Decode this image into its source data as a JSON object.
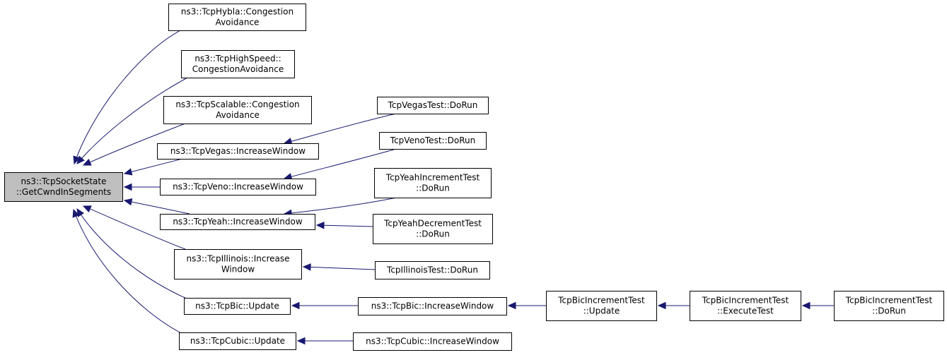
{
  "colors": {
    "edge": "#191970",
    "root_fill": "#bfbfbf",
    "node_fill": "#ffffff",
    "border": "#000000"
  },
  "nodes": [
    {
      "id": "n0",
      "name": "node-tcpsocketstate-getcwndinsegments",
      "lines": [
        "ns3::TcpSocketState",
        "::GetCwndInSegments"
      ],
      "root": true
    },
    {
      "id": "n1",
      "name": "node-tcphybla-congestionavoidance",
      "lines": [
        "ns3::TcpHybla::Congestion",
        "Avoidance"
      ]
    },
    {
      "id": "n2",
      "name": "node-tcphighspeed-congestionavoidance",
      "lines": [
        "ns3::TcpHighSpeed::",
        "CongestionAvoidance"
      ]
    },
    {
      "id": "n3",
      "name": "node-tcpscalable-congestionavoidance",
      "lines": [
        "ns3::TcpScalable::Congestion",
        "Avoidance"
      ]
    },
    {
      "id": "n4",
      "name": "node-tcpvegas-increasewindow",
      "lines": [
        "ns3::TcpVegas::IncreaseWindow"
      ]
    },
    {
      "id": "n5",
      "name": "node-tcpveno-increasewindow",
      "lines": [
        "ns3::TcpVeno::IncreaseWindow"
      ]
    },
    {
      "id": "n6",
      "name": "node-tcpyeah-increasewindow",
      "lines": [
        "ns3::TcpYeah::IncreaseWindow"
      ]
    },
    {
      "id": "n7",
      "name": "node-tcpillinois-increasewindow",
      "lines": [
        "ns3::TcpIllinois::Increase",
        "Window"
      ]
    },
    {
      "id": "n8",
      "name": "node-tcpbic-update",
      "lines": [
        "ns3::TcpBic::Update"
      ]
    },
    {
      "id": "n9",
      "name": "node-tcpcubic-update",
      "lines": [
        "ns3::TcpCubic::Update"
      ]
    },
    {
      "id": "n10",
      "name": "node-tcpvegastest-dorun",
      "lines": [
        "TcpVegasTest::DoRun"
      ]
    },
    {
      "id": "n11",
      "name": "node-tcpvenotest-dorun",
      "lines": [
        "TcpVenoTest::DoRun"
      ]
    },
    {
      "id": "n12",
      "name": "node-tcpyeahincrementtest-dorun",
      "lines": [
        "TcpYeahIncrementTest",
        "::DoRun"
      ]
    },
    {
      "id": "n13",
      "name": "node-tcpyeahdecrementtest-dorun",
      "lines": [
        "TcpYeahDecrementTest",
        "::DoRun"
      ]
    },
    {
      "id": "n14",
      "name": "node-tcpillinoistest-dorun",
      "lines": [
        "TcpIllinoisTest::DoRun"
      ]
    },
    {
      "id": "n15",
      "name": "node-tcpbic-increasewindow",
      "lines": [
        "ns3::TcpBic::IncreaseWindow"
      ]
    },
    {
      "id": "n16",
      "name": "node-tcpbicincrementtest-update",
      "lines": [
        "TcpBicIncrementTest",
        "::Update"
      ]
    },
    {
      "id": "n17",
      "name": "node-tcpbicincrementtest-executetest",
      "lines": [
        "TcpBicIncrementTest",
        "::ExecuteTest"
      ]
    },
    {
      "id": "n18",
      "name": "node-tcpbicincrementtest-dorun",
      "lines": [
        "TcpBicIncrementTest",
        "::DoRun"
      ]
    },
    {
      "id": "n19",
      "name": "node-tcpcubic-increasewindow",
      "lines": [
        "ns3::TcpCubic::IncreaseWindow"
      ]
    }
  ],
  "edges": [
    {
      "from": "n1",
      "to": "n0"
    },
    {
      "from": "n2",
      "to": "n0"
    },
    {
      "from": "n3",
      "to": "n0"
    },
    {
      "from": "n4",
      "to": "n0"
    },
    {
      "from": "n5",
      "to": "n0"
    },
    {
      "from": "n6",
      "to": "n0"
    },
    {
      "from": "n7",
      "to": "n0"
    },
    {
      "from": "n8",
      "to": "n0"
    },
    {
      "from": "n9",
      "to": "n0"
    },
    {
      "from": "n10",
      "to": "n4"
    },
    {
      "from": "n11",
      "to": "n5"
    },
    {
      "from": "n12",
      "to": "n6"
    },
    {
      "from": "n13",
      "to": "n6"
    },
    {
      "from": "n14",
      "to": "n7"
    },
    {
      "from": "n15",
      "to": "n8"
    },
    {
      "from": "n16",
      "to": "n15"
    },
    {
      "from": "n17",
      "to": "n16"
    },
    {
      "from": "n18",
      "to": "n17"
    },
    {
      "from": "n19",
      "to": "n9"
    }
  ]
}
